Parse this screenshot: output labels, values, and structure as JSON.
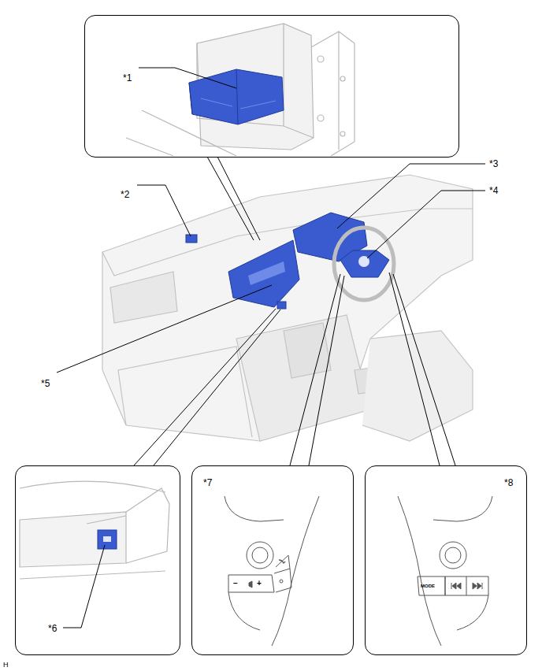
{
  "diagram": {
    "nodes": [
      {
        "text": [
          "*1"
        ]
      },
      {
        "text": [
          "*6"
        ]
      },
      {
        "text": [
          "*7",
          "−",
          "+"
        ]
      },
      {
        "text": [
          "*8",
          "MODE"
        ]
      }
    ],
    "labels": [
      "*2",
      "*3",
      "*4",
      "*5",
      "H"
    ]
  }
}
